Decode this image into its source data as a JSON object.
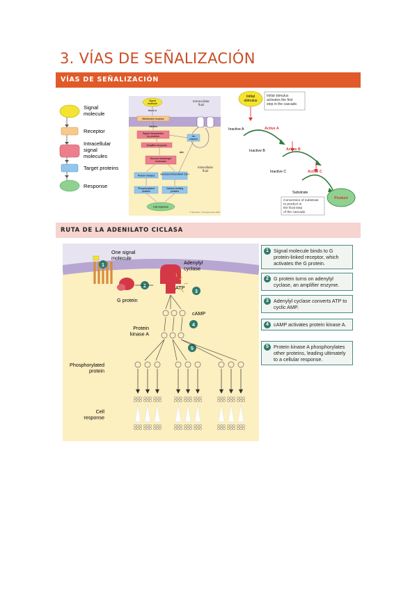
{
  "page": {
    "title": "3. VÍAS DE SEÑALIZACIÓN",
    "section1": "VÍAS DE SEÑALIZACIÓN",
    "section2": "RUTA DE LA ADENILATO CICLASA"
  },
  "legend": {
    "items": [
      {
        "label": "Signal molecule",
        "color": "#f5e330"
      },
      {
        "label": "Receptor",
        "color": "#f8c98a"
      },
      {
        "label": "Intracellular signal molecules",
        "color": "#ec7f8e"
      },
      {
        "label": "Target proteins",
        "color": "#92c6ec"
      },
      {
        "label": "Response",
        "color": "#8fd190"
      }
    ]
  },
  "pathway": {
    "extracellular": "Extracellular fluid",
    "intracellular": "Intracellular fluid",
    "signal": "Signal molecule",
    "binds": "binds to",
    "receptor": "Membrane receptor",
    "initiates": "initiates",
    "transducers": "Signal transduction by proteins",
    "amplifier": "Amplifier enzymes",
    "ion": "Ion channel",
    "alter": "alter",
    "second": "Second messenger molecules",
    "kinase": "Protein kinases",
    "calcium": "Increased intracellular Ca2+",
    "phos": "Phosphorylated proteins",
    "cabind": "Calcium-binding proteins",
    "response": "Cell response",
    "copyright": "© Silverthorn, Thonpsonmens 2016"
  },
  "cascade": {
    "initial": "Initial stimulus",
    "note1": "Initial stimulus activates the first step in the cascade.",
    "inactiveA": "Inactive A",
    "activeA": "Active A",
    "inactiveB": "Inactive B",
    "activeB": "Active B",
    "inactiveC": "Inactive C",
    "activeC": "Active C",
    "substrate": "Substrate",
    "product": "Product",
    "note2": "Conversion of substrate to product is the final step of the cascade."
  },
  "adenylate": {
    "signal": "One signal molecule",
    "adenylyl": "Adenylyl cyclase",
    "gprotein": "G protein",
    "atp": "ATP",
    "camp": "cAMP",
    "pka": "Protein kinase A",
    "phos": "Phosphorylated protein",
    "response": "Cell response",
    "n1": "1",
    "n2": "2",
    "n3": "3",
    "n4": "4",
    "n5": "5"
  },
  "steps": [
    {
      "n": "1",
      "text": "Signal molecule binds to G protein-linked receptor, which activates the G protein."
    },
    {
      "n": "2",
      "text": "G protein turns on adenylyl cyclase, an amplifier enzyme."
    },
    {
      "n": "3",
      "text": "Adenylyl cyclase converts ATP to cyclic AMP."
    },
    {
      "n": "4",
      "text": "cAMP activates protein kinase A."
    },
    {
      "n": "5",
      "text": "Protein kinase A phosphorylates other proteins, leading ultimately to a cellular response."
    }
  ]
}
